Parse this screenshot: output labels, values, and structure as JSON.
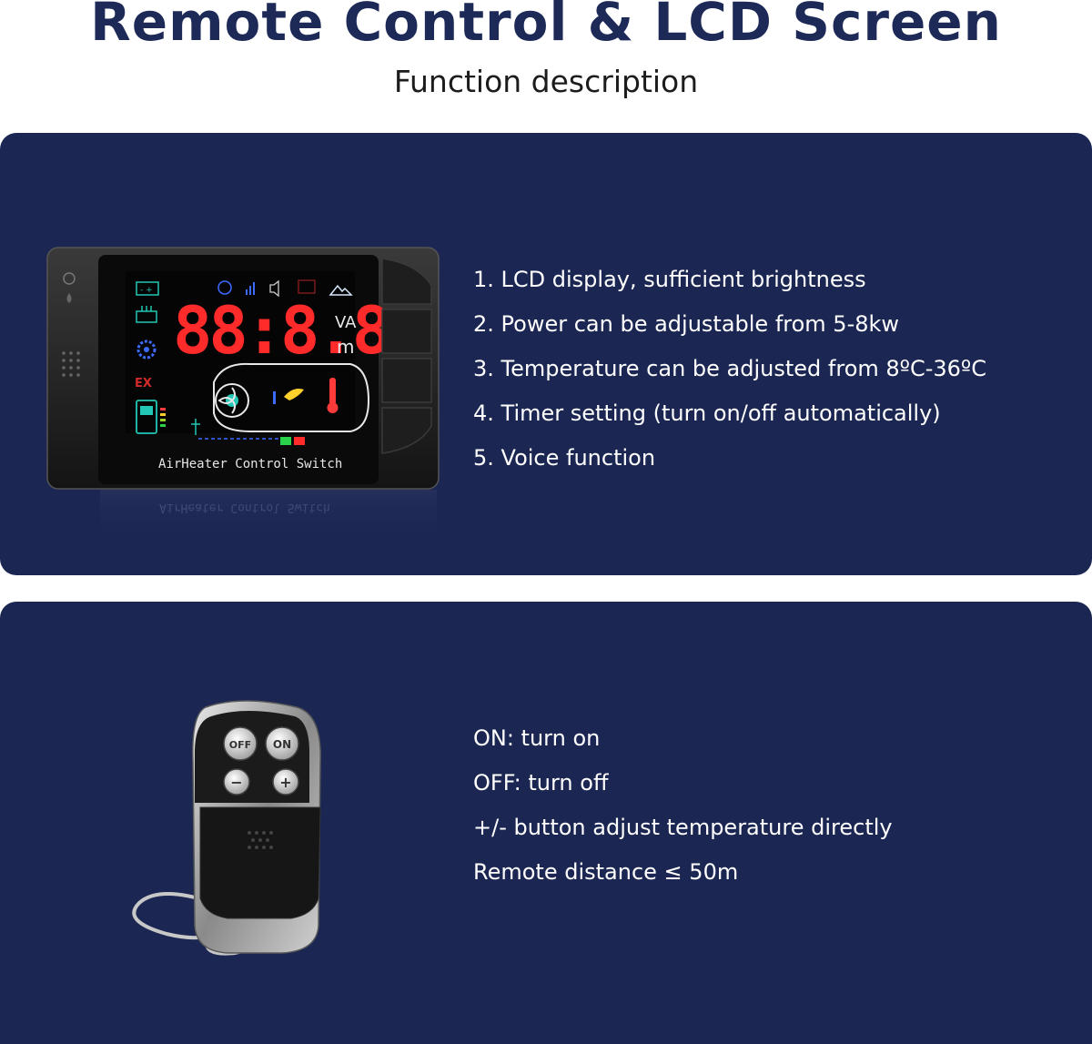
{
  "header": {
    "title": "Remote Control & LCD Screen",
    "subtitle": "Function description"
  },
  "lcd_section": {
    "device": {
      "lcd_digits": "88:8.8",
      "unit_top": "VA",
      "unit_bottom": "m",
      "caption": "AirHeater Control Switch",
      "icons": [
        "battery-icon",
        "alarm-clock-icon",
        "signal-icon",
        "speaker-icon",
        "altitude-icon",
        "heater-icon",
        "gear-icon",
        "fuel-pump-icon",
        "fan-icon",
        "thermometer-icon"
      ]
    },
    "features": [
      "1. LCD display, sufficient brightness",
      "2. Power can be adjustable from 5-8kw",
      "3. Temperature can be adjusted from 8ºC-36ºC",
      "4. Timer setting (turn on/off automatically)",
      "5. Voice function"
    ]
  },
  "remote_section": {
    "device": {
      "buttons": [
        "OFF",
        "ON",
        "−",
        "+"
      ]
    },
    "features": [
      "ON: turn on",
      "OFF: turn off",
      "+/- button adjust temperature directly",
      "Remote distance ≤ 50m"
    ]
  },
  "colors": {
    "panel_bg": "#1b2752",
    "title": "#1d2957",
    "lcd_red": "#ff2a2a",
    "lcd_blue": "#2f6bff"
  }
}
